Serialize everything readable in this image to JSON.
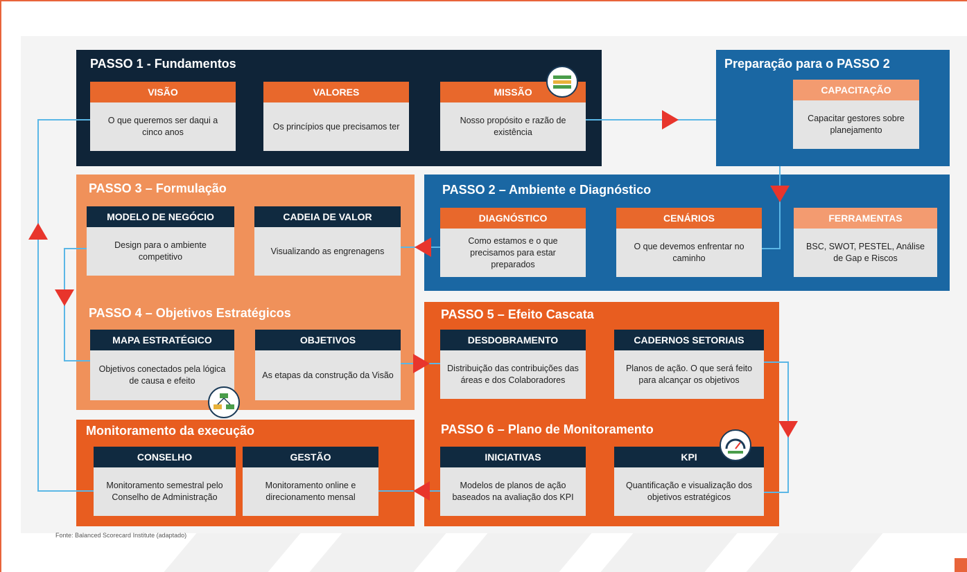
{
  "colors": {
    "accent": "#e8643a",
    "dark": "#0f2438",
    "blue": "#1a67a3",
    "orange": "#e85d20",
    "peach": "#f0915a",
    "connector": "#5bb7e6",
    "arrow": "#e8352c"
  },
  "passo1": {
    "title": "PASSO 1 - Fundamentos",
    "cards": [
      {
        "head": "VISÃO",
        "body": "O que queremos ser daqui a cinco anos"
      },
      {
        "head": "VALORES",
        "body": "Os princípios que precisamos ter"
      },
      {
        "head": "MISSÃO",
        "body": "Nosso propósito e razão de existência"
      }
    ]
  },
  "prep": {
    "title": "Preparação para o PASSO 2",
    "card": {
      "head": "CAPACITAÇÃO",
      "body": "Capacitar gestores sobre planejamento"
    }
  },
  "passo2": {
    "title": "PASSO 2 – Ambiente e Diagnóstico",
    "cards": [
      {
        "head": "DIAGNÓSTICO",
        "body": "Como estamos e o que precisamos para estar preparados"
      },
      {
        "head": "CENÁRIOS",
        "body": "O que devemos enfrentar no caminho"
      },
      {
        "head": "FERRAMENTAS",
        "body": "BSC, SWOT, PESTEL, Análise de Gap e Riscos"
      }
    ]
  },
  "passo3": {
    "title": "PASSO 3 – Formulação",
    "cards": [
      {
        "head": "MODELO DE NEGÓCIO",
        "body": "Design para o ambiente competitivo"
      },
      {
        "head": "CADEIA DE VALOR",
        "body": "Visualizando as engrenagens"
      }
    ]
  },
  "passo4": {
    "title": "PASSO 4 – Objetivos Estratégicos",
    "cards": [
      {
        "head": "MAPA ESTRATÉGICO",
        "body": "Objetivos conectados pela lógica de causa e efeito"
      },
      {
        "head": "OBJETIVOS",
        "body": "As etapas da construção da Visão"
      }
    ]
  },
  "passo5": {
    "title": "PASSO 5 – Efeito Cascata",
    "cards": [
      {
        "head": "DESDOBRAMENTO",
        "body": "Distribuição das contribuições das áreas e dos Colaboradores"
      },
      {
        "head": "CADERNOS SETORIAIS",
        "body": "Planos de ação. O que será feito para alcançar os objetivos"
      }
    ]
  },
  "passo6": {
    "title": "PASSO 6 – Plano de Monitoramento",
    "cards": [
      {
        "head": "INICIATIVAS",
        "body": "Modelos de planos de ação baseados na avaliação dos KPI"
      },
      {
        "head": "KPI",
        "body": "Quantificação e visualização dos objetivos estratégicos"
      }
    ]
  },
  "monitor": {
    "title": "Monitoramento da execução",
    "cards": [
      {
        "head": "CONSELHO",
        "body": "Monitoramento semestral pelo Conselho de Administração"
      },
      {
        "head": "GESTÃO",
        "body": "Monitoramento online e direcionamento mensal"
      }
    ]
  },
  "source": "Fonte: Balanced Scorecard Institute (adaptado)"
}
